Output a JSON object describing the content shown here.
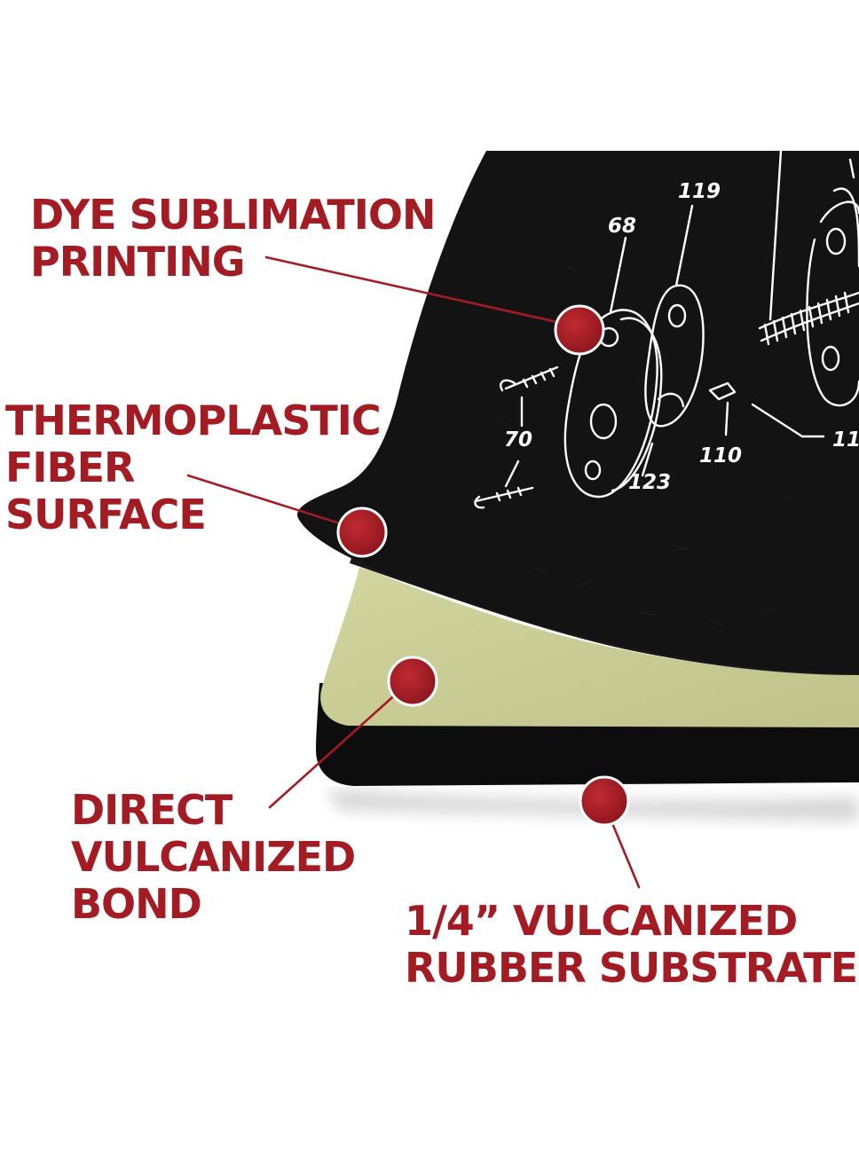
{
  "colors": {
    "label_red": "#a31c24",
    "dot_red": "#a61d24",
    "mat_black": "#111111",
    "substrate_tan": "#c9cc95",
    "line_art": "#ffffff"
  },
  "callouts": [
    {
      "id": "dye-sublimation",
      "lines": [
        "DYE SUBLIMATION",
        "PRINTING"
      ]
    },
    {
      "id": "thermoplastic-fiber",
      "lines": [
        "THERMOPLASTIC",
        "FIBER",
        "SURFACE"
      ]
    },
    {
      "id": "vulcanized-bond",
      "lines": [
        "DIRECT",
        "VULCANIZED",
        "BOND"
      ]
    },
    {
      "id": "rubber-substrate",
      "lines": [
        "1/4” VULCANIZED",
        "RUBBER SUBSTRATE"
      ]
    }
  ],
  "diagram": {
    "part_numbers": [
      "119",
      "68",
      "70",
      "123",
      "110",
      "11"
    ]
  }
}
